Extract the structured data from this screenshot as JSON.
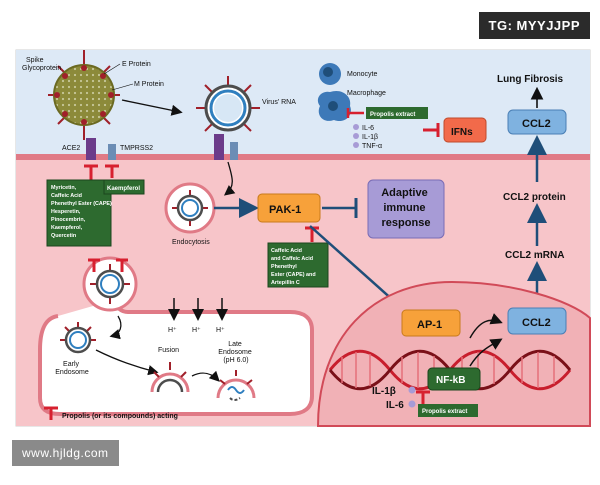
{
  "watermark_top": "TG: MYYJJPP",
  "watermark_bottom": "www.hjldg.com",
  "virus": {
    "spike_label": "Spike\nGlycoprotein",
    "e_protein": "E Protein",
    "m_protein": "M Protein",
    "rna_label": "Virus' RNA"
  },
  "receptors": {
    "ace2": "ACE2",
    "tmprss2": "TMPRSS2"
  },
  "inhibitor_ace2": [
    "Myricetin,",
    "Caffeic Acid",
    "Phenethyl Ester (CAPE)",
    "Hesperetin,",
    "Pinocembrin,",
    "Kaempferol,",
    "Quercetin"
  ],
  "inhibitor_tmprss2": "Kaempferol",
  "immune": {
    "monocyte": "Monocyte",
    "macrophage": "Macrophage",
    "propolis_extract": "Propolis extract",
    "il6": "IL-6",
    "il1b": "IL-1β",
    "tnfa": "TNF-α",
    "ifns": "IFNs"
  },
  "pathway": {
    "ccl2_top": "CCL2",
    "lung_fibrosis": "Lung Fibrosis",
    "ccl2_protein": "CCL2 protein",
    "ccl2_mrna": "CCL2 mRNA",
    "pak1": "PAK-1",
    "adaptive": [
      "Adaptive",
      "immune",
      "response"
    ],
    "pak_inhibitor": [
      "Caffeic Acid",
      "and Caffeic Acid",
      "Phenethyl",
      "Ester (CAPE) and",
      "Artepillin C"
    ]
  },
  "cell": {
    "endocytosis": "Endocytosis",
    "h_plus": "H⁺",
    "fusion": "Fusion",
    "late_endosome": [
      "Late",
      "Endosome",
      "(pH 6.0)"
    ],
    "early_endosome": [
      "Early",
      "Endosome"
    ]
  },
  "nucleus": {
    "ap1": "AP-1",
    "ccl2": "CCL2",
    "nfkb": "NF-kB",
    "il1b": "IL-1β",
    "il6": "IL-6",
    "propolis_extract": "Propolis extract"
  },
  "legend": "Propolis (or its compounds) acting",
  "colors": {
    "extracellular_bg": "#dde9f6",
    "cell_bg": "#f7c5c9",
    "membrane": "#e07a86",
    "nucleus_fill": "#f1b1b6",
    "orange_box": "#f7a13a",
    "blue_box": "#7fb2e0",
    "purple_box": "#a79bd6",
    "inhibitor_red": "#d7202f",
    "arrow_blue": "#1f4e79",
    "green_box": "#2d6a2f"
  }
}
